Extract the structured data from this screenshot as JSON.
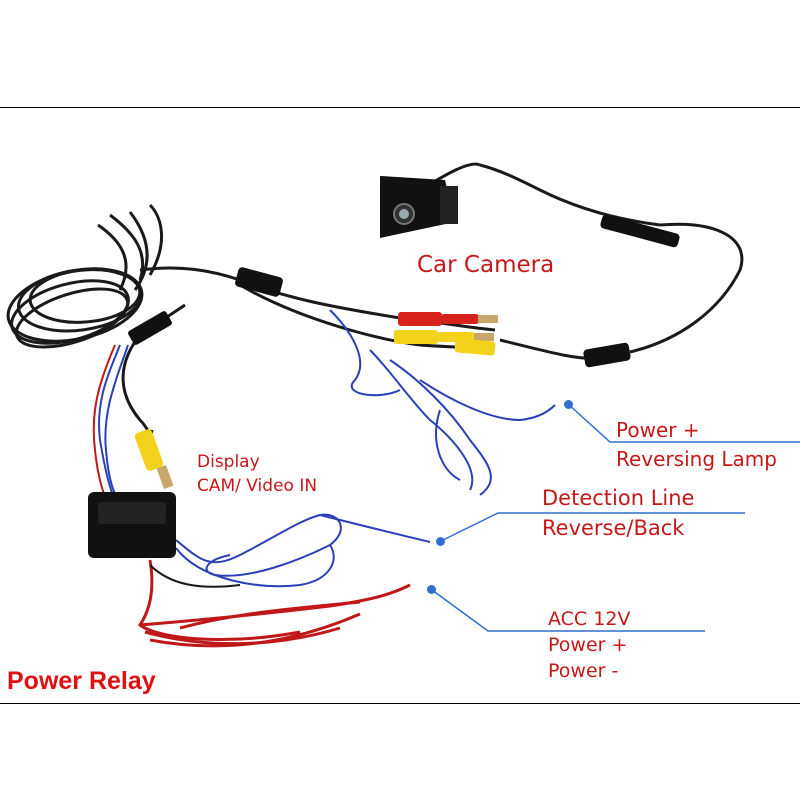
{
  "labels": {
    "car_camera": "Car Camera",
    "display_line1": "Display",
    "display_line2": "CAM/ Video IN",
    "power_plus_1": "Power +",
    "reversing_lamp": "Reversing Lamp",
    "detection_line": "Detection Line",
    "reverse_back": "Reverse/Back",
    "acc_12v": "ACC 12V",
    "power_plus_2": "Power +",
    "power_minus": "Power -",
    "power_relay": "Power Relay"
  },
  "colors": {
    "label_text": "#c61818",
    "power_relay_text": "#e01010",
    "pointer_line": "#2f6fd0",
    "cable_black": "#1a1a1a",
    "wire_blue": "#2a3fb8",
    "wire_red": "#c01818",
    "rca_yellow": "#f2d21a",
    "rca_red": "#d8221c"
  },
  "icons": {
    "camera": "rear-view-camera-icon",
    "relay_box": "power-relay-box-icon",
    "rca_plug": "rca-connector-icon"
  }
}
